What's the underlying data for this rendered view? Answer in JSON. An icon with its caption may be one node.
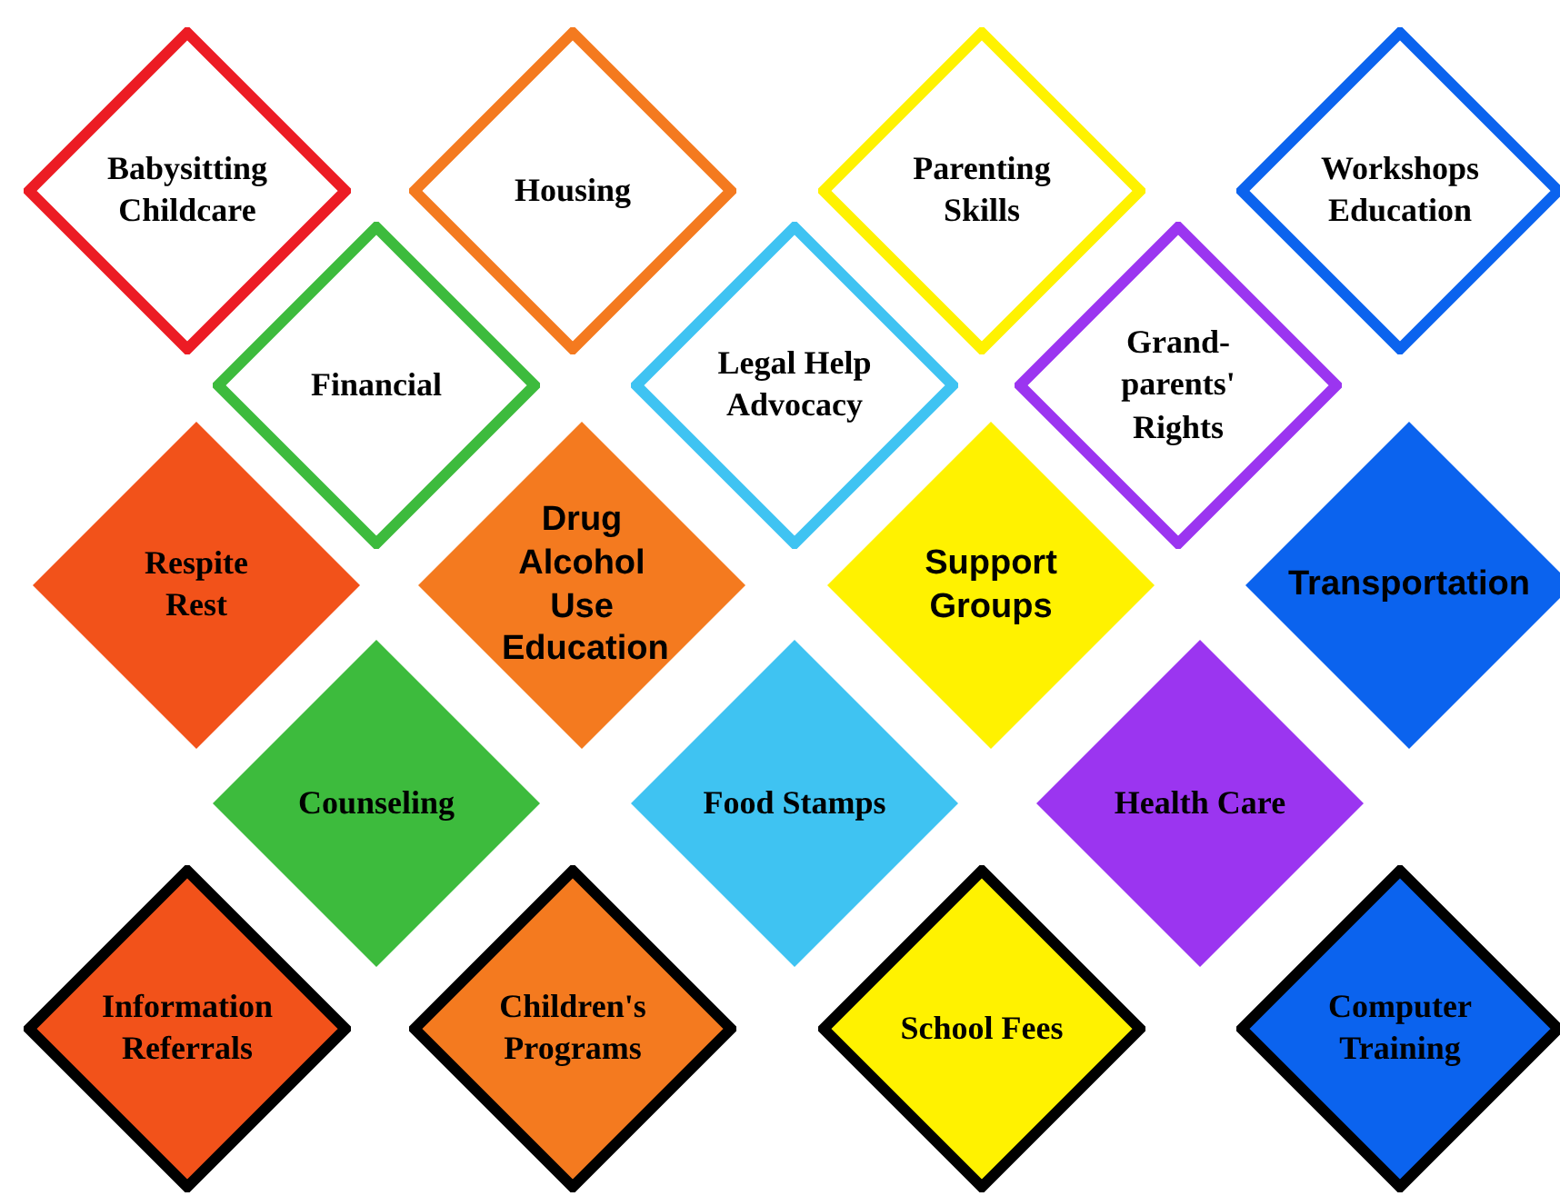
{
  "diagram": {
    "nodes": [
      {
        "text": [
          "Babysitting Childcare"
        ]
      },
      {
        "text": [
          "Housing"
        ]
      },
      {
        "text": [
          "Parenting Skills"
        ]
      },
      {
        "text": [
          "Workshops Education"
        ]
      },
      {
        "text": [
          "Financial"
        ]
      },
      {
        "text": [
          "Legal Help Advocacy"
        ]
      },
      {
        "text": [
          "Grand-parents' Rights"
        ]
      },
      {
        "text": [
          "Respite Rest"
        ]
      },
      {
        "text": [
          "Drug Alcohol Use Education"
        ]
      },
      {
        "text": [
          "Support Groups"
        ]
      },
      {
        "text": [
          "Transportation"
        ]
      },
      {
        "text": [
          "Counseling"
        ]
      },
      {
        "text": [
          "Food Stamps"
        ]
      },
      {
        "text": [
          "Health Care"
        ]
      },
      {
        "text": [
          "Information Referrals"
        ]
      },
      {
        "text": [
          "Children's Programs"
        ]
      },
      {
        "text": [
          "School Fees"
        ]
      },
      {
        "text": [
          "Computer Training"
        ]
      }
    ]
  }
}
